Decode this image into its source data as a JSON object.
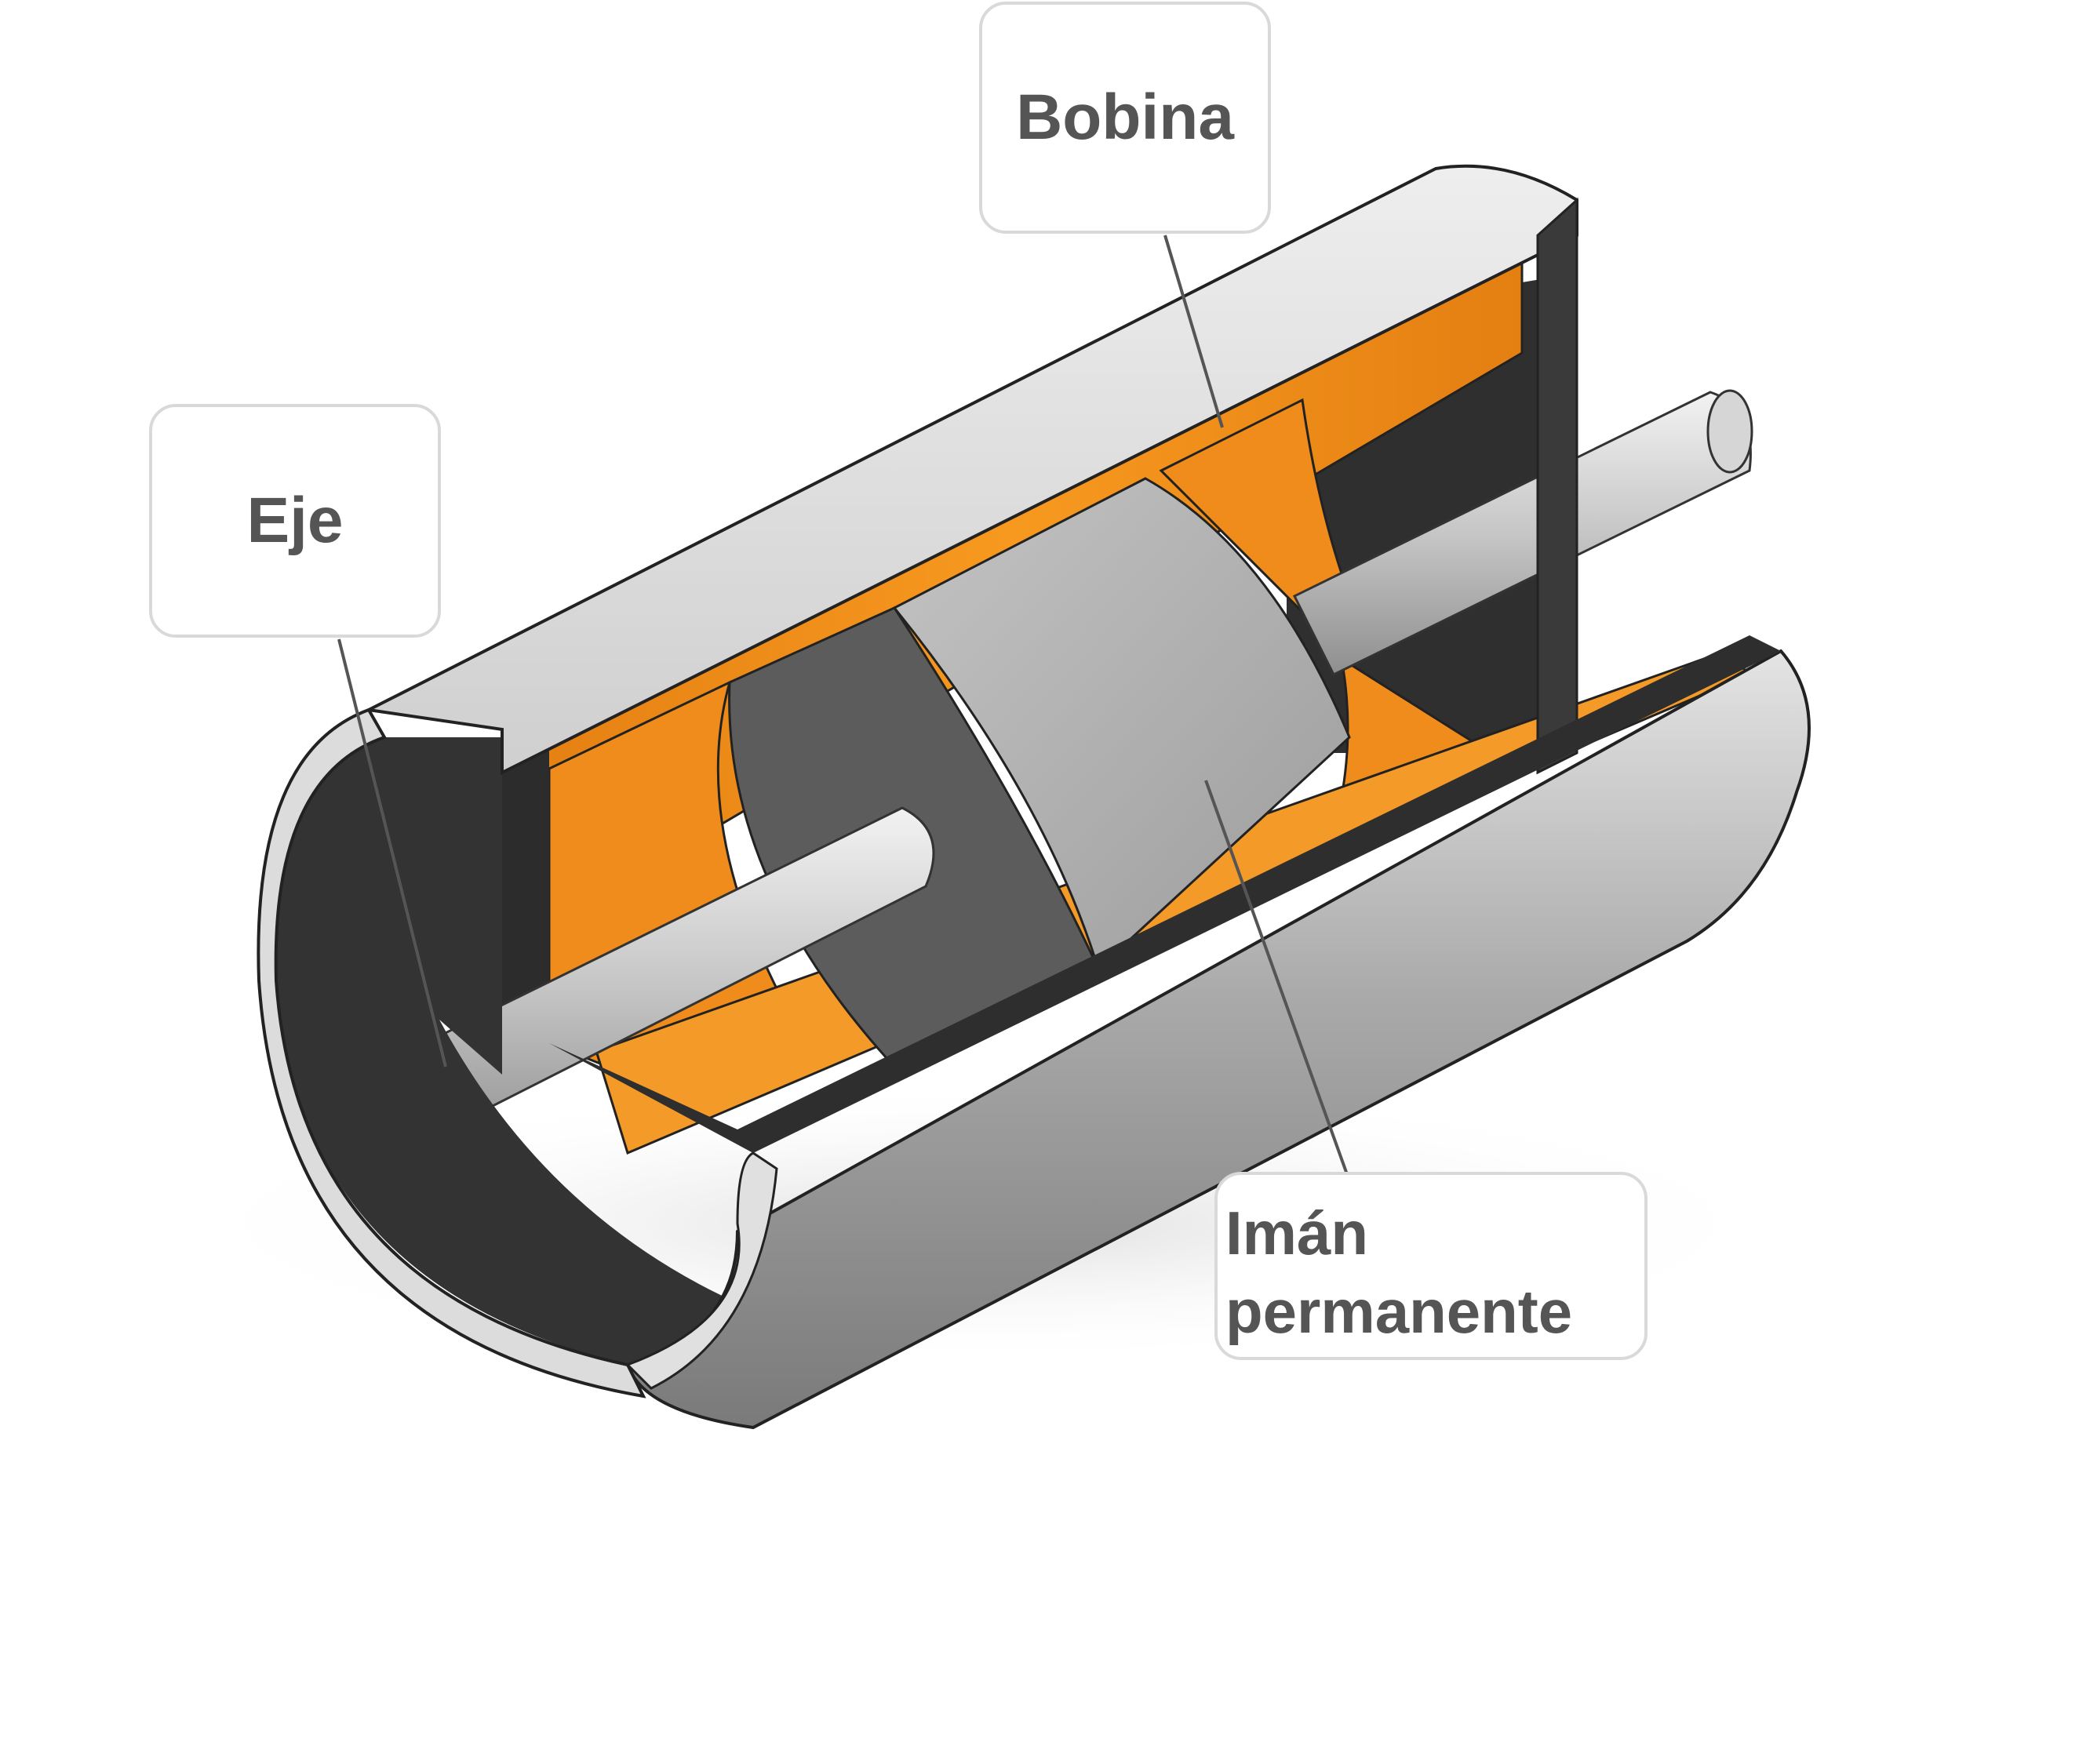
{
  "diagram": {
    "subject": "permanent-magnet linear motor cutaway",
    "labels": {
      "bobina": "Bobina",
      "eje": "Eje",
      "iman_line1": "Imán",
      "iman_line2": "permanente"
    },
    "colors": {
      "coil_orange": "#f08c1c",
      "housing_gray": "#9a9a9a",
      "housing_light": "#dcdcdc",
      "interior_dark": "#333333",
      "magnet_gray": "#a8a8a8",
      "shaft_gray": "#c8c8c8",
      "leader_line": "#555555",
      "label_text": "#555555",
      "label_border": "#d9d9d9"
    }
  }
}
